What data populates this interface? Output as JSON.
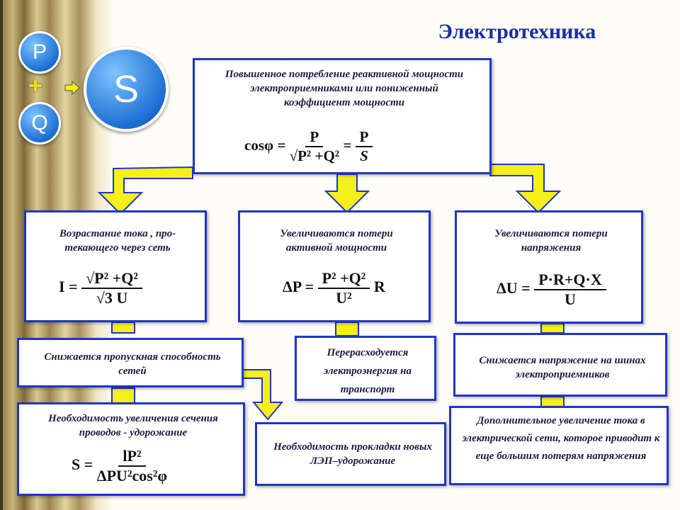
{
  "title": "Электротехника",
  "icons": {
    "p": "P",
    "q": "Q",
    "s": "S",
    "plus": "+"
  },
  "boxes": {
    "top": {
      "text": "Повышенное потребление реактивной мощности электроприемниками или пониженный коэффициент мощности"
    },
    "current": {
      "text": "Возрастание тока , про-текающего через сеть"
    },
    "power_loss": {
      "text": "Увеличиваются потери активной мощности"
    },
    "voltage_loss": {
      "text": "Увеличиваются потери напряжения"
    },
    "capacity": {
      "text": "Снижается пропускная способность сетей"
    },
    "overuse": {
      "text": "Перерасходуется электроэнергия на транспорт"
    },
    "voltage_drop": {
      "text": "Снижается напряжение на шинах электроприемников"
    },
    "cross_section": {
      "text": "Необходимость увеличения сечения проводов - удорожание"
    },
    "new_lines": {
      "text": "Необходимость прокладки новых ЛЭП–удорожание"
    },
    "extra_current": {
      "text": "Дополнительное увеличение тока в электрической сети, которое приводит к еще большим потерям напряжения"
    }
  },
  "formulas": {
    "cos": {
      "lhs": "cosφ =",
      "num": "P",
      "den": "√P² +Q²",
      "eq": "=",
      "num2": "P",
      "den2": "S"
    },
    "current": {
      "lhs": "I =",
      "num": "√P² +Q²",
      "den": "√3 U"
    },
    "power": {
      "lhs": "ΔP =",
      "num": "P² +Q²",
      "den": "U²",
      "tail": "R"
    },
    "voltage": {
      "lhs": "ΔU =",
      "num": "P·R+Q·X",
      "den": "U"
    },
    "section": {
      "lhs": "S =",
      "num": "lP²",
      "den": "ΔPU²cos²φ"
    }
  },
  "colors": {
    "box_border": "#1f36c6",
    "arrow_fill": "#f5f01a",
    "title": "#1a2fa0"
  }
}
